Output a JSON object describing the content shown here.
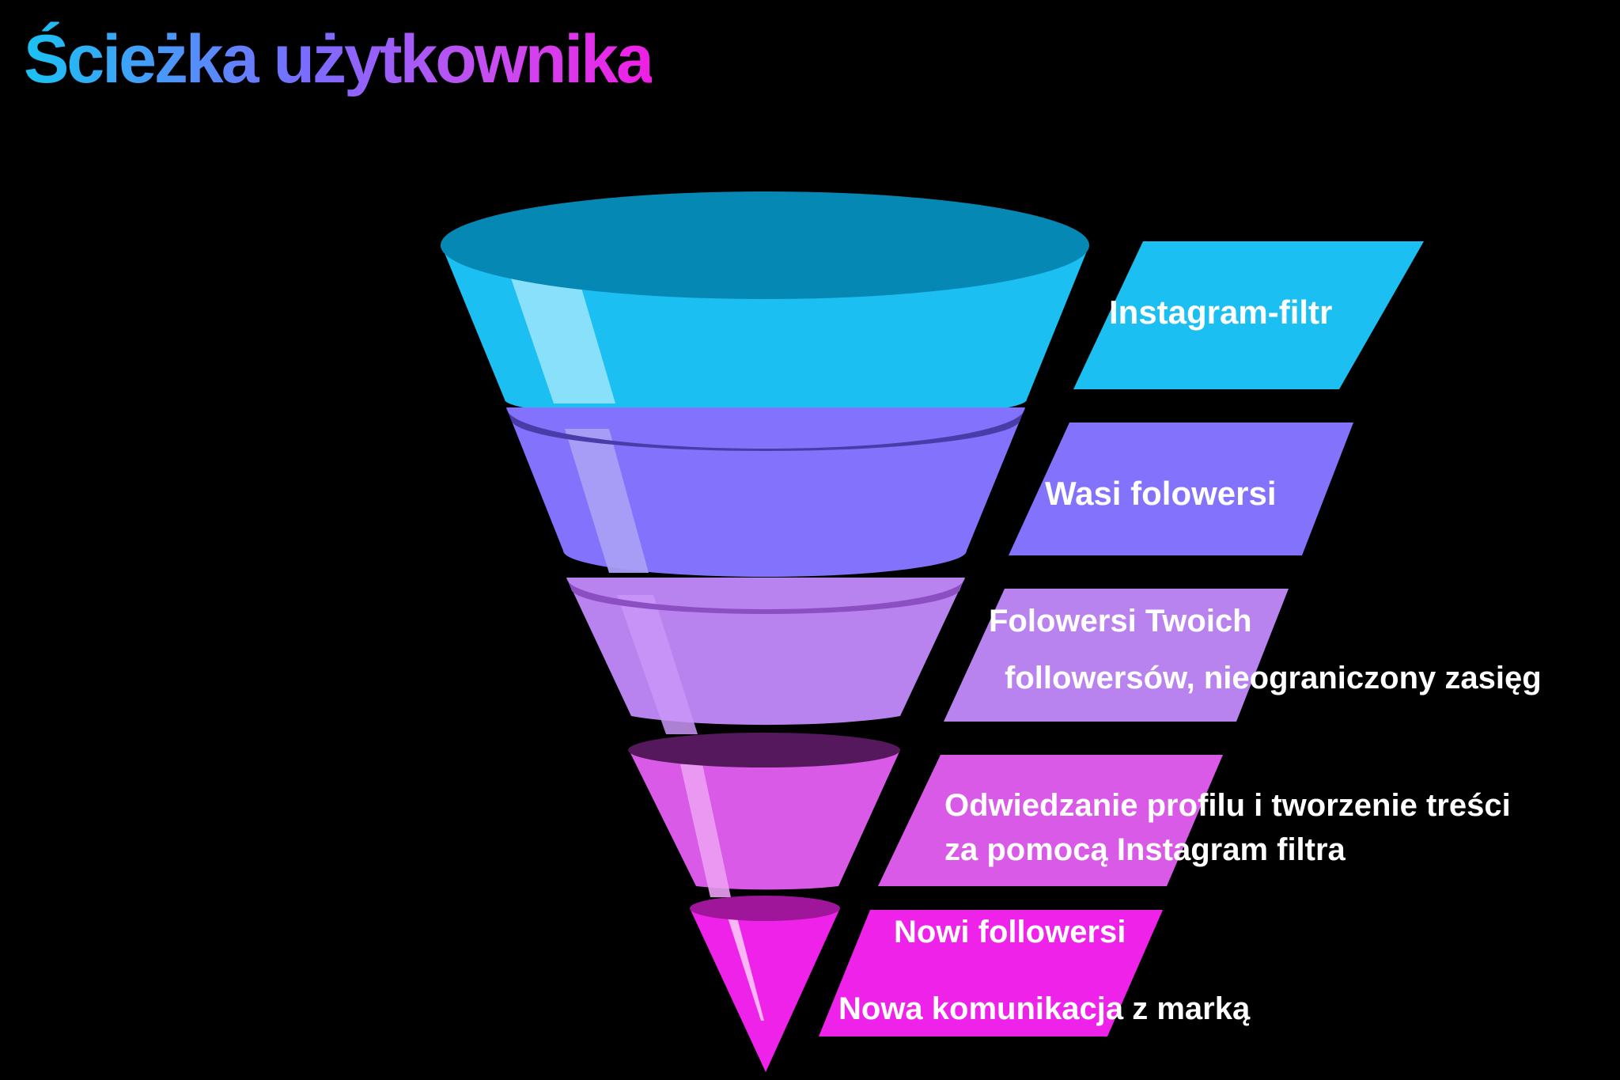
{
  "title": "Ścieżka użytkownika",
  "colors": {
    "background": "#000000",
    "stage1": "#1cbff2",
    "stage2": "#8272fc",
    "stage3": "#b983ef",
    "stage4": "#da5ae8",
    "stage5": "#ee22e8"
  },
  "stages": [
    {
      "lines": [
        "Instagram-filtr"
      ]
    },
    {
      "lines": [
        "Wasi folowersi"
      ]
    },
    {
      "lines": [
        "Folowersi Twoich",
        "followersów, nieograniczony zasięg"
      ]
    },
    {
      "lines": [
        "Odwiedzanie profilu i tworzenie treści",
        "za pomocą Instagram filtra"
      ]
    },
    {
      "lines": [
        "Nowi followersi",
        "Nowa komunikacja z marką"
      ]
    }
  ]
}
